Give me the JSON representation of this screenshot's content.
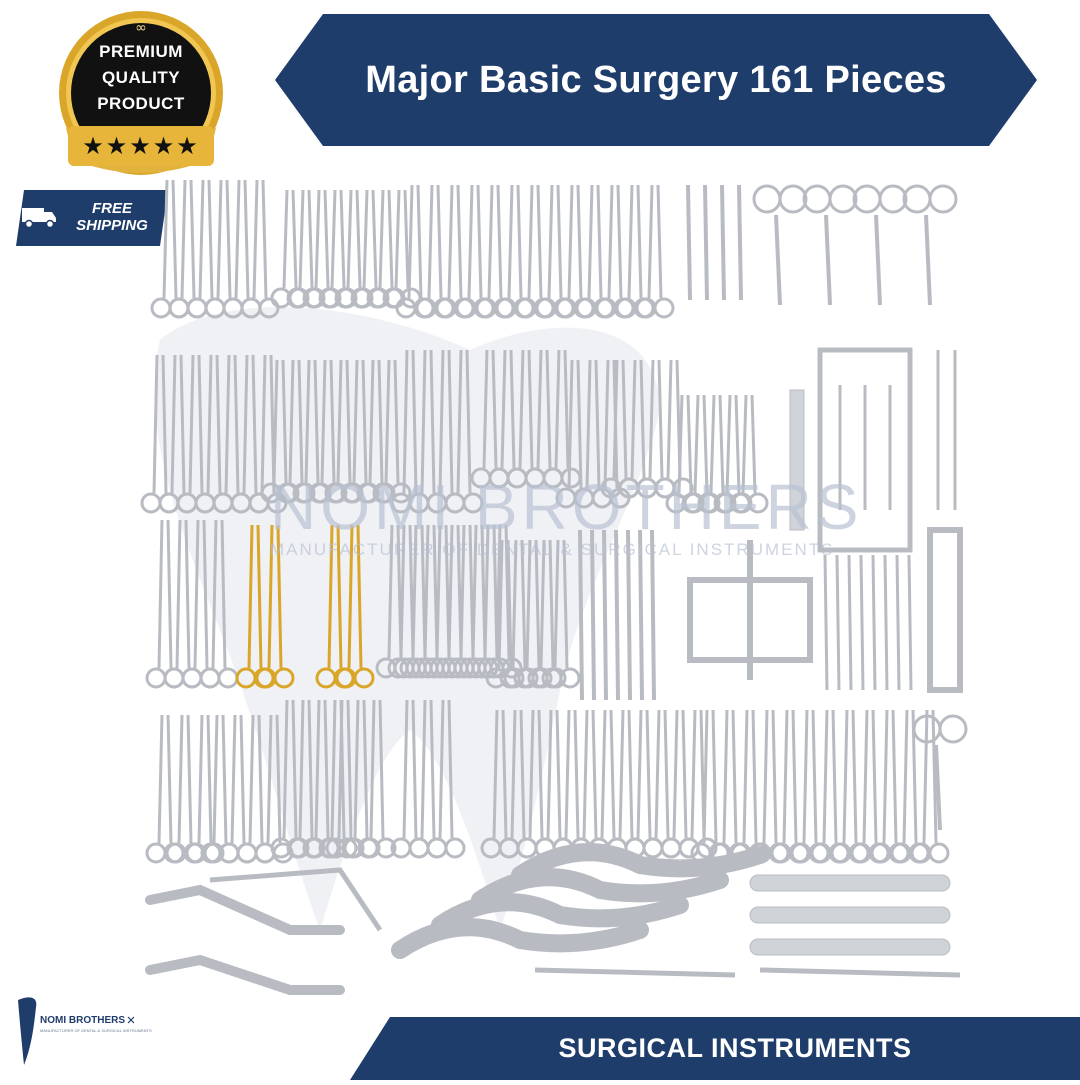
{
  "title": "Major Basic Surgery 161 Pieces",
  "badge": {
    "line1": "PREMIUM",
    "line2": "QUALITY",
    "line3": "PRODUCT",
    "stars": "★★★★★",
    "rating": 5
  },
  "shipping": {
    "line1": "FREE",
    "line2": "SHIPPING"
  },
  "watermark": {
    "main": "NOMI BROTHERS",
    "sub": "MANUFACTURER OF DENTAL & SURGICAL INSTRUMENTS"
  },
  "footer": {
    "label": "SURGICAL INSTRUMENTS"
  },
  "logo": {
    "name": "NOMI BROTHERS",
    "tagline": "MANUFACTURER OF DENTAL & SURGICAL INSTRUMENTS"
  },
  "colors": {
    "navy": "#1f3d6b",
    "gold": "#d9a62a",
    "black": "#111111",
    "steel": "#b8bcc2"
  }
}
